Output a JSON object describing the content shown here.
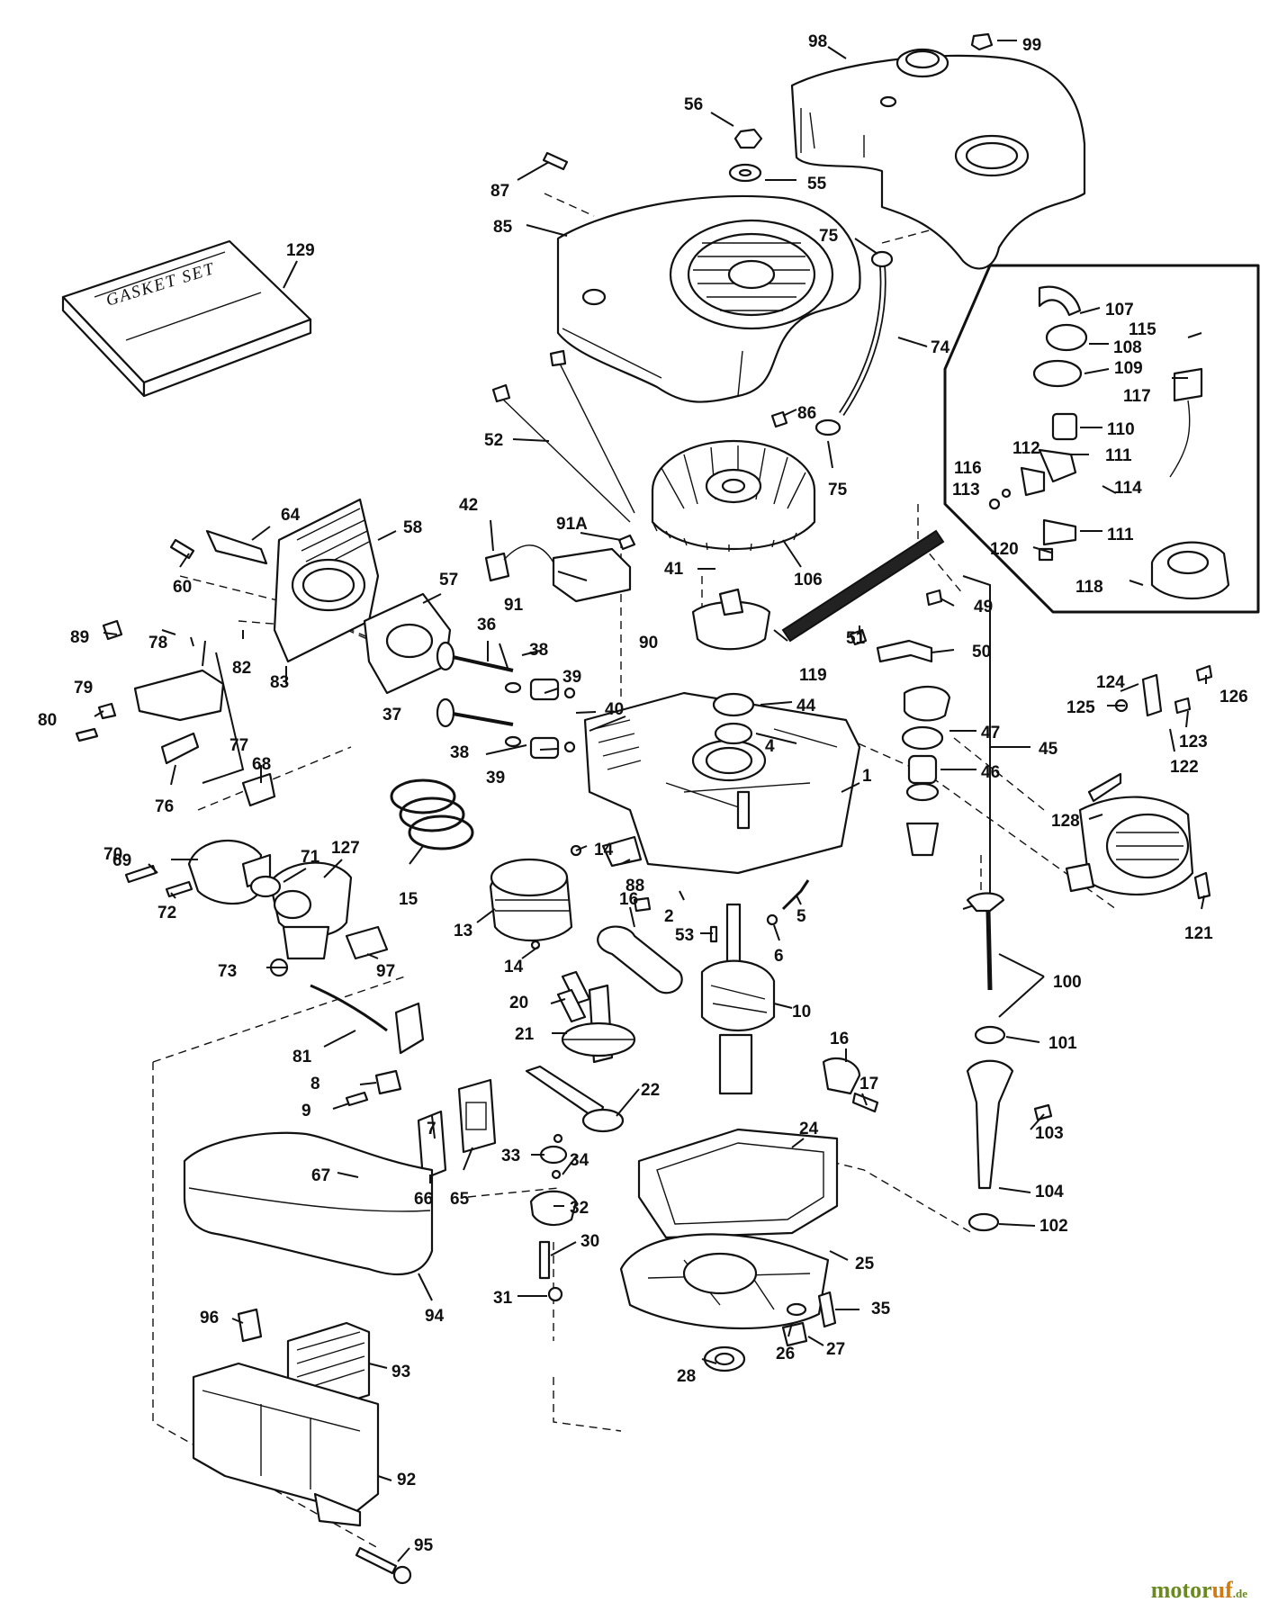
{
  "diagram": {
    "gasket_set_label": "GASKET SET",
    "callouts": [
      {
        "id": "c98",
        "label": "98"
      },
      {
        "id": "c99",
        "label": "99"
      },
      {
        "id": "c56",
        "label": "56"
      },
      {
        "id": "c55",
        "label": "55"
      },
      {
        "id": "c87",
        "label": "87"
      },
      {
        "id": "c85",
        "label": "85"
      },
      {
        "id": "c75a",
        "label": "75"
      },
      {
        "id": "c74",
        "label": "74"
      },
      {
        "id": "c129",
        "label": "129"
      },
      {
        "id": "c86",
        "label": "86"
      },
      {
        "id": "c75b",
        "label": "75"
      },
      {
        "id": "c52",
        "label": "52"
      },
      {
        "id": "c106",
        "label": "106"
      },
      {
        "id": "c107",
        "label": "107"
      },
      {
        "id": "c115",
        "label": "115"
      },
      {
        "id": "c108",
        "label": "108"
      },
      {
        "id": "c109",
        "label": "109"
      },
      {
        "id": "c117",
        "label": "117"
      },
      {
        "id": "c110",
        "label": "110"
      },
      {
        "id": "c112",
        "label": "112"
      },
      {
        "id": "c111a",
        "label": "111"
      },
      {
        "id": "c116",
        "label": "116"
      },
      {
        "id": "c113",
        "label": "113"
      },
      {
        "id": "c114",
        "label": "114"
      },
      {
        "id": "c111b",
        "label": "111"
      },
      {
        "id": "c120",
        "label": "120"
      },
      {
        "id": "c118",
        "label": "118"
      },
      {
        "id": "c64",
        "label": "64"
      },
      {
        "id": "c58",
        "label": "58"
      },
      {
        "id": "c60",
        "label": "60"
      },
      {
        "id": "c42",
        "label": "42"
      },
      {
        "id": "c91a",
        "label": "91A"
      },
      {
        "id": "c41",
        "label": "41"
      },
      {
        "id": "c91",
        "label": "91"
      },
      {
        "id": "c57",
        "label": "57"
      },
      {
        "id": "c119",
        "label": "119"
      },
      {
        "id": "c49",
        "label": "49"
      },
      {
        "id": "c50",
        "label": "50"
      },
      {
        "id": "c51",
        "label": "51"
      },
      {
        "id": "c89",
        "label": "89"
      },
      {
        "id": "c82",
        "label": "82"
      },
      {
        "id": "c83",
        "label": "83"
      },
      {
        "id": "c36",
        "label": "36"
      },
      {
        "id": "c38a",
        "label": "38"
      },
      {
        "id": "c39a",
        "label": "39"
      },
      {
        "id": "c90",
        "label": "90"
      },
      {
        "id": "c78",
        "label": "78"
      },
      {
        "id": "c79",
        "label": "79"
      },
      {
        "id": "c80",
        "label": "80"
      },
      {
        "id": "c77",
        "label": "77"
      },
      {
        "id": "c37",
        "label": "37"
      },
      {
        "id": "c40",
        "label": "40"
      },
      {
        "id": "c44",
        "label": "44"
      },
      {
        "id": "c124",
        "label": "124"
      },
      {
        "id": "c126",
        "label": "126"
      },
      {
        "id": "c125",
        "label": "125"
      },
      {
        "id": "c123",
        "label": "123"
      },
      {
        "id": "c122",
        "label": "122"
      },
      {
        "id": "c4",
        "label": "4"
      },
      {
        "id": "c47",
        "label": "47"
      },
      {
        "id": "c45",
        "label": "45"
      },
      {
        "id": "c38b",
        "label": "38"
      },
      {
        "id": "c39b",
        "label": "39"
      },
      {
        "id": "c76",
        "label": "76"
      },
      {
        "id": "c68",
        "label": "68"
      },
      {
        "id": "c1",
        "label": "1"
      },
      {
        "id": "c46",
        "label": "46"
      },
      {
        "id": "c128",
        "label": "128"
      },
      {
        "id": "c69",
        "label": "69"
      },
      {
        "id": "c71",
        "label": "71"
      },
      {
        "id": "c127",
        "label": "127"
      },
      {
        "id": "c14a",
        "label": "14"
      },
      {
        "id": "c70",
        "label": "70"
      },
      {
        "id": "c15",
        "label": "15"
      },
      {
        "id": "c88",
        "label": "88"
      },
      {
        "id": "c72",
        "label": "72"
      },
      {
        "id": "c13",
        "label": "13"
      },
      {
        "id": "c16a",
        "label": "16"
      },
      {
        "id": "c2",
        "label": "2"
      },
      {
        "id": "c5",
        "label": "5"
      },
      {
        "id": "c53",
        "label": "53"
      },
      {
        "id": "c121",
        "label": "121"
      },
      {
        "id": "c6",
        "label": "6"
      },
      {
        "id": "c73",
        "label": "73"
      },
      {
        "id": "c97",
        "label": "97"
      },
      {
        "id": "c14b",
        "label": "14"
      },
      {
        "id": "c100",
        "label": "100"
      },
      {
        "id": "c20",
        "label": "20"
      },
      {
        "id": "c10",
        "label": "10"
      },
      {
        "id": "c21",
        "label": "21"
      },
      {
        "id": "c101",
        "label": "101"
      },
      {
        "id": "c16b",
        "label": "16"
      },
      {
        "id": "c17",
        "label": "17"
      },
      {
        "id": "c81",
        "label": "81"
      },
      {
        "id": "c8",
        "label": "8"
      },
      {
        "id": "c22",
        "label": "22"
      },
      {
        "id": "c9",
        "label": "9"
      },
      {
        "id": "c7",
        "label": "7"
      },
      {
        "id": "c103",
        "label": "103"
      },
      {
        "id": "c24",
        "label": "24"
      },
      {
        "id": "c33",
        "label": "33"
      },
      {
        "id": "c34",
        "label": "34"
      },
      {
        "id": "c67",
        "label": "67"
      },
      {
        "id": "c66",
        "label": "66"
      },
      {
        "id": "c65",
        "label": "65"
      },
      {
        "id": "c104",
        "label": "104"
      },
      {
        "id": "c32",
        "label": "32"
      },
      {
        "id": "c102",
        "label": "102"
      },
      {
        "id": "c30",
        "label": "30"
      },
      {
        "id": "c25",
        "label": "25"
      },
      {
        "id": "c31",
        "label": "31"
      },
      {
        "id": "c94",
        "label": "94"
      },
      {
        "id": "c35",
        "label": "35"
      },
      {
        "id": "c96",
        "label": "96"
      },
      {
        "id": "c93",
        "label": "93"
      },
      {
        "id": "c26",
        "label": "26"
      },
      {
        "id": "c27",
        "label": "27"
      },
      {
        "id": "c28",
        "label": "28"
      },
      {
        "id": "c92",
        "label": "92"
      },
      {
        "id": "c95",
        "label": "95"
      }
    ]
  },
  "watermark": {
    "main": "motor",
    "accent": "uf",
    "suffix": ".de"
  }
}
